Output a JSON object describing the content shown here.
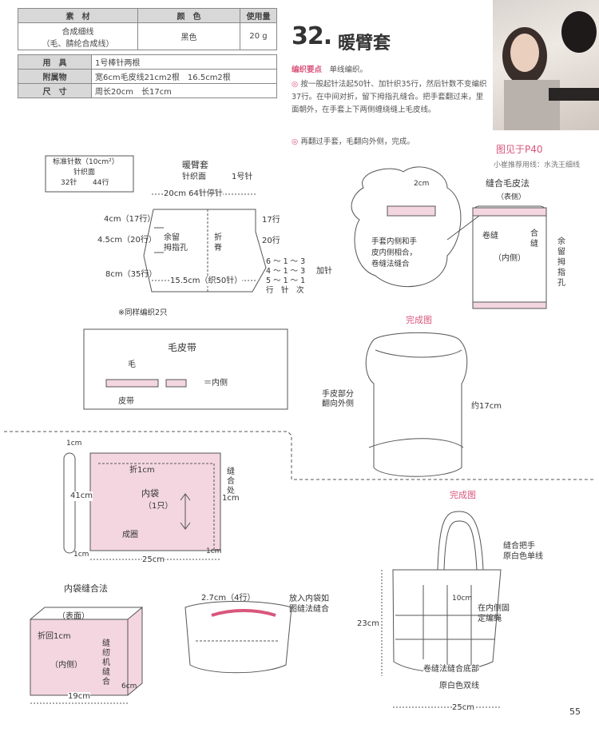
{
  "materials": {
    "headers": [
      "素　材",
      "颜　色",
      "使用量"
    ],
    "yarn": "合成细线",
    "yarn_note": "（毛、腈纶合成线）",
    "color": "黑色",
    "amount": "20 g",
    "tools_label": "用　具",
    "tools_value": "1号棒针两根",
    "accessories_label": "附属物",
    "accessories_value": "宽6cm毛皮线21cm2根　16.5cm2根",
    "size_label": "尺　寸",
    "size_value": "周长20cm　长17cm"
  },
  "title": {
    "number": "32.",
    "name": "暖臂套"
  },
  "instructions": {
    "label": "编织要点",
    "label_value": "单线编织。",
    "step1": "按一般起针法起50针、加针织35行，然后针数不变编织37行。在中间对折，留下拇指孔缝合。把手套翻过来，里面朝外，在手套上下两侧缠绕缝上毛皮线。",
    "step2": "再翻过手套，毛翻向外侧，完成。",
    "bullet": "◎"
  },
  "see_page": "图见于P40",
  "yarn_recommend": "小崔推荐用线：水洗王细线",
  "gauge": {
    "line1": "标准针数（10cm²）",
    "line2": "针织面",
    "line3_a": "32针",
    "line3_b": "44行"
  },
  "chart": {
    "title": "暖臂套",
    "subtitle_a": "针织面",
    "subtitle_b": "1号针",
    "top_width": "20cm  64针停针",
    "left_4cm": "4cm（17行）",
    "left_45cm": "4.5cm（20行）",
    "left_8cm": "8cm（35行）",
    "thumb_a": "余留",
    "thumb_b": "拇指孔",
    "fold_a": "折",
    "fold_b": "脊",
    "right_17": "17行",
    "right_20": "20行",
    "inc_1": "6 ～ 1 ～ 3",
    "inc_2": "4 ～ 1 ～ 3",
    "inc_3": "5 ～ 1 ～ 1",
    "inc_4": "行　针　次",
    "inc_label": "加针",
    "bottom": "15.5cm（织50针）",
    "note": "※同样编织2只"
  },
  "bubble": {
    "size": "2cm",
    "text1": "手套内侧和手",
    "text2": "皮内侧相合，",
    "text3": "卷缝法缝合"
  },
  "fur_sew": {
    "title": "缝合毛皮法",
    "front": "（表侧）",
    "sew": "卷缝",
    "seam_a": "合",
    "seam_b": "缝",
    "inside": "（内侧）",
    "thumb": "余留拇指孔"
  },
  "fur_strip": {
    "title": "毛皮带",
    "fur": "毛",
    "leather": "皮带",
    "inside": "＝内侧"
  },
  "done1": {
    "label": "完成图",
    "side_a": "手皮部分",
    "side_b": "翻向外侧",
    "height": "约17cm"
  },
  "done2": {
    "label": "完成图",
    "handle_a": "缝合把手",
    "handle_b": "原白色单线",
    "cord": "10cm",
    "fix_a": "在内侧固",
    "fix_b": "定编绳",
    "height": "23cm",
    "bottom_sew": "卷缝法缝合底部",
    "bottom_yarn": "原白色双线",
    "width": "25cm"
  },
  "inner_bag": {
    "top_1cm": "1cm",
    "fold": "折1cm",
    "height": "41cm",
    "title": "内袋",
    "count": "（1只）",
    "circle": "成圈",
    "seam_a": "缝",
    "seam_b": "合",
    "seam_c": "处",
    "seam_d": "1cm",
    "bl_1cm": "1cm",
    "br_1cm": "1cm",
    "width": "25cm"
  },
  "inner_sew": {
    "title": "内袋缝合法",
    "front": "（表面）",
    "fold": "折回1cm",
    "inside": "（内侧）",
    "machine_a": "缝",
    "machine_b": "纫",
    "machine_c": "机",
    "machine_d": "缝",
    "machine_e": "合",
    "width": "19cm",
    "depth": "6cm"
  },
  "bag_sew": {
    "top": "2.7cm（4行）",
    "note_a": "放入内袋如",
    "note_b": "图缝法缝合"
  },
  "page_number": "55"
}
